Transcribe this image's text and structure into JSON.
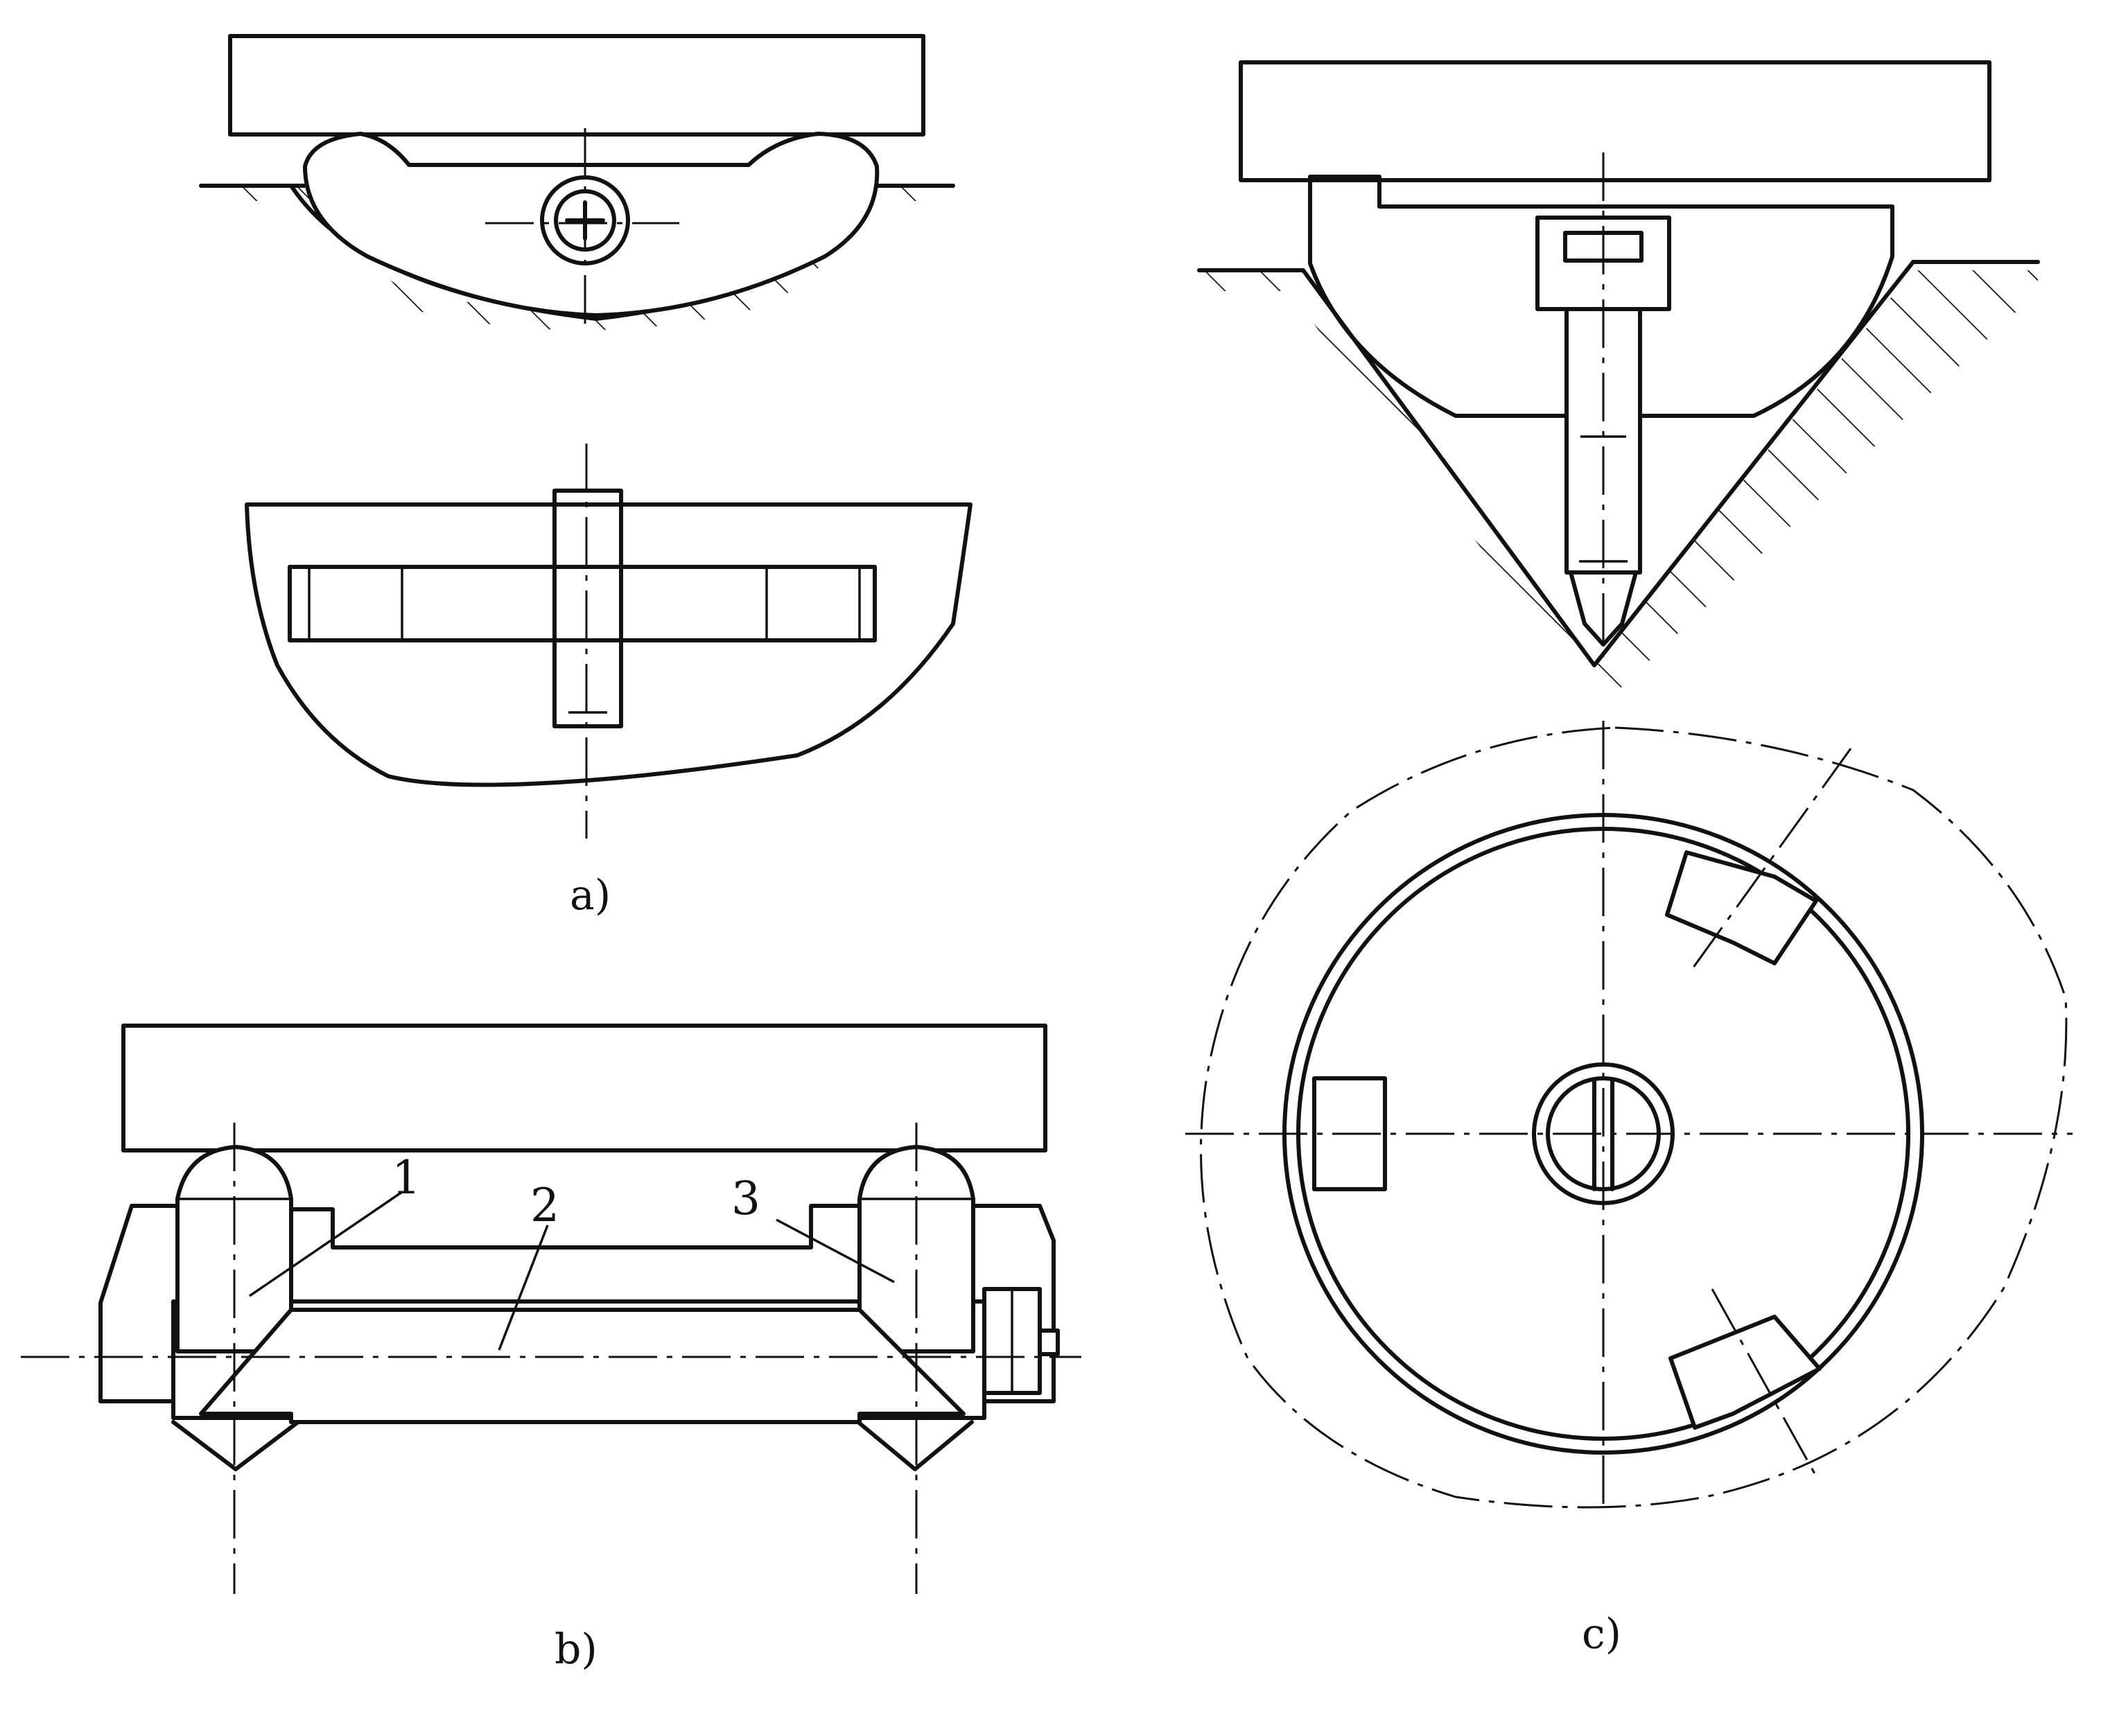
{
  "figures": [
    {
      "id": "a",
      "caption": "a)"
    },
    {
      "id": "b",
      "caption": "b)",
      "part_numbers": [
        "1",
        "2",
        "3"
      ]
    },
    {
      "id": "c",
      "caption": "c)"
    }
  ]
}
